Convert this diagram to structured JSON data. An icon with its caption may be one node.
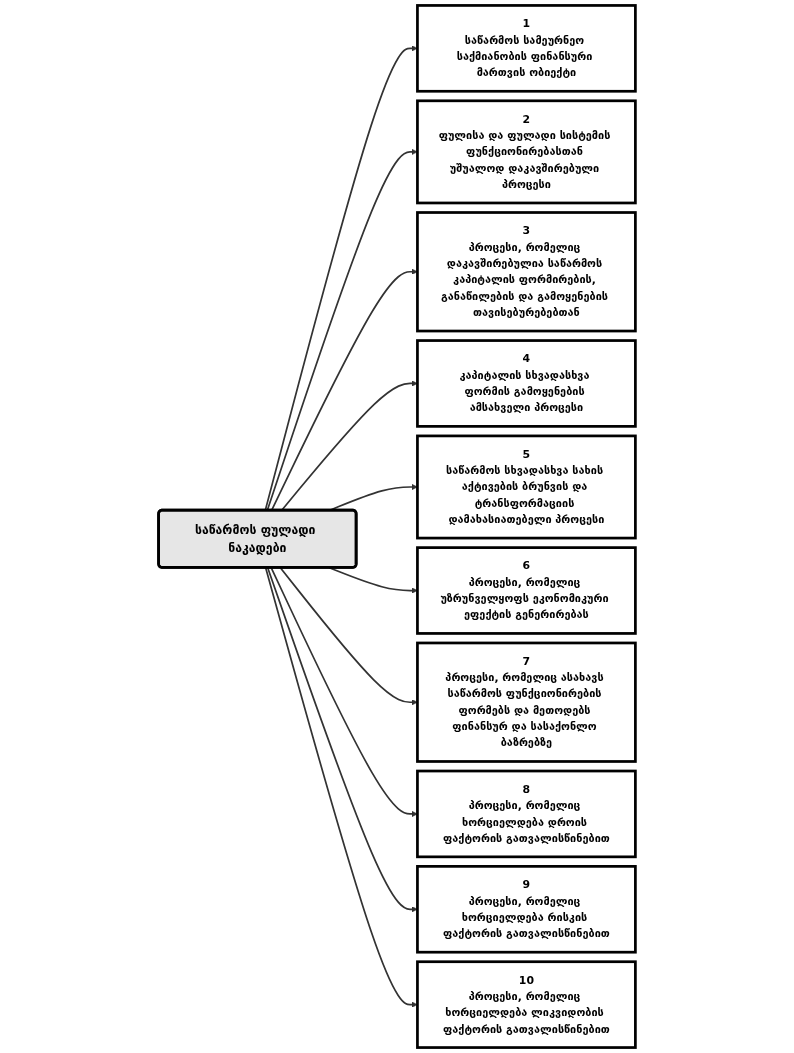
{
  "diagram": {
    "nodes": [
      {
        "text": [
          "საწარმოს ფულადი ნაკადები"
        ]
      },
      {
        "text": [
          "1",
          "საწარმოს სამეურნეო საქმიანობის ფინანსური მართვის ობიექტი"
        ]
      },
      {
        "text": [
          "2",
          "ფულისა და ფულადი სისტემის ფუნქციონირებასთან უშუალოდ დაკავშირებული პროცესი"
        ]
      },
      {
        "text": [
          "3",
          "პროცესი, რომელიც დაკავშირებულია საწარმოს კაპიტალის ფორმირების, განაწილების და გამოყენების თავისებურებებთან"
        ]
      },
      {
        "text": [
          "4",
          "კაპიტალის სხვადასხვა ფორმის გამოყენების ამსახველი პროცესი"
        ]
      },
      {
        "text": [
          "5",
          "საწარმოს სხვადასხვა სახის აქტივების ბრუნვის და ტრანსფორმაციის დამახასიათებელი პროცესი"
        ]
      },
      {
        "text": [
          "6",
          "პროცესი, რომელიც უზრუნველყოფს ეკონომიკური ეფექტის გენერირებას"
        ]
      },
      {
        "text": [
          "7",
          "პროცესი, რომელიც ასახავს საწარმოს ფუნქციონირების ფორმებს და მეთოდებს ფინანსურ და სასაქონლო ბაზრებზე"
        ]
      },
      {
        "text": [
          "8",
          "პროცესი, რომელიც ხორციელდება დროის ფაქტორის გათვალისწინებით"
        ]
      },
      {
        "text": [
          "9",
          "პროცესი, რომელიც ხორციელდება რისკის ფაქტორის გათვალისწინებით"
        ]
      },
      {
        "text": [
          "10",
          "პროცესი, რომელიც ხორციელდება ლიკვიდობის ფაქტორის გათვალისწინებით"
        ]
      }
    ],
    "edges": [
      {
        "from": 0,
        "to": 1,
        "arrow": "to"
      },
      {
        "from": 0,
        "to": 2,
        "arrow": "to"
      },
      {
        "from": 0,
        "to": 3,
        "arrow": "to"
      },
      {
        "from": 0,
        "to": 4,
        "arrow": "to"
      },
      {
        "from": 0,
        "to": 5,
        "arrow": "to"
      },
      {
        "from": 0,
        "to": 6,
        "arrow": "to"
      },
      {
        "from": 0,
        "to": 7,
        "arrow": "to"
      },
      {
        "from": 0,
        "to": 8,
        "arrow": "to"
      },
      {
        "from": 0,
        "to": 9,
        "arrow": "to"
      },
      {
        "from": 0,
        "to": 10,
        "arrow": "to"
      }
    ]
  }
}
